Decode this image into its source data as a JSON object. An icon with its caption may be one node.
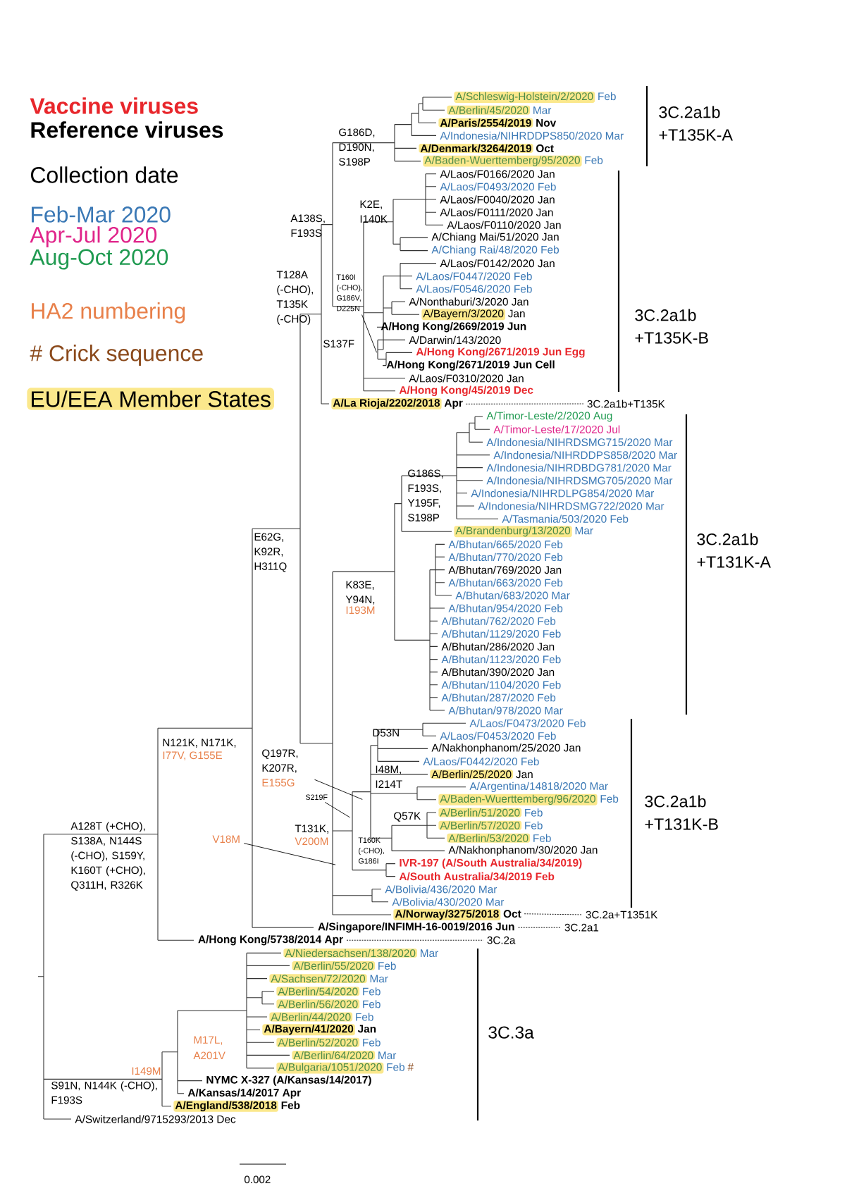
{
  "diagram": {
    "nodes": [
      {
        "text": [
          "EU/EEA Member States"
        ]
      },
      {
        "text": [
          "A/Schleswig-Holstein/2/2020"
        ],
        "beside": [
          "Feb"
        ]
      },
      {
        "text": [
          "A/Berlin/45/2020"
        ],
        "beside": [
          "Mar"
        ]
      },
      {
        "text": [
          "A/Paris/2554/2019"
        ],
        "beside": [
          "Nov"
        ]
      },
      {
        "text": [
          "A/Denmark/3264/2019"
        ],
        "beside": [
          "Oct"
        ]
      },
      {
        "text": [
          "A/Baden-Wuerttemberg/95/2020"
        ],
        "beside": [
          "Feb"
        ]
      },
      {
        "text": [
          "A/Bayern/3/2020"
        ],
        "beside": [
          "Jan"
        ]
      },
      {
        "text": [
          "A/La Rioja/2202/2018"
        ],
        "beside": [
          "Apr"
        ]
      },
      {
        "text": [
          "A/Brandenburg/13/2020"
        ],
        "beside": [
          "Mar"
        ]
      },
      {
        "text": [
          "A/Berlin/25/2020"
        ],
        "beside": [
          "Jan"
        ]
      },
      {
        "text": [
          "A/Baden-Wuerttemberg/96/2020"
        ],
        "beside": [
          "Feb"
        ]
      },
      {
        "text": [
          "A/Berlin/51/2020"
        ],
        "beside": [
          "Feb"
        ]
      },
      {
        "text": [
          "A/Berlin/57/2020"
        ],
        "beside": [
          "Feb"
        ]
      },
      {
        "text": [
          "A/Berlin/53/2020"
        ],
        "beside": [
          "Feb"
        ]
      },
      {
        "text": [
          "A/Norway/3275/2018"
        ],
        "beside": [
          "Oct"
        ]
      },
      {
        "text": [
          "A/Niedersachsen/138/2020"
        ],
        "beside": [
          "Mar"
        ]
      },
      {
        "text": [
          "A/Berlin/55/2020"
        ],
        "beside": [
          "Feb"
        ]
      },
      {
        "text": [
          "A/Sachsen/72/2020"
        ],
        "beside": [
          "Mar"
        ]
      },
      {
        "text": [
          "A/Berlin/54/2020"
        ],
        "beside": [
          "Feb"
        ]
      },
      {
        "text": [
          "A/Berlin/56/2020"
        ],
        "beside": [
          "Feb"
        ]
      },
      {
        "text": [
          "A/Berlin/44/2020"
        ],
        "beside": [
          "Feb"
        ]
      },
      {
        "text": [
          "A/Bayern/41/2020"
        ],
        "beside": [
          "Jan"
        ]
      },
      {
        "text": [
          "A/Berlin/52/2020"
        ],
        "beside": [
          "Feb"
        ]
      },
      {
        "text": [
          "A/Berlin/64/2020"
        ],
        "beside": [
          "Mar"
        ]
      },
      {
        "text": [
          "A/Bulgaria/1051/2020"
        ],
        "beside": [
          "Feb",
          "#"
        ]
      },
      {
        "text": [
          "A/England/538/2018"
        ],
        "beside": [
          "Feb"
        ]
      },
      {
        "text": [
          "T160I (-CHO), G186V, D225N"
        ]
      },
      {
        "text": [
          "Q197R, K207R,",
          "E155G"
        ]
      },
      {
        "text": [
          "S219F"
        ]
      },
      {
        "text": [
          "V18M"
        ]
      },
      {
        "text": [
          "3C.2a1b+T135K"
        ]
      },
      {
        "text": [
          "3C.2a+T1351K"
        ]
      },
      {
        "text": [
          "3C.2a1"
        ]
      },
      {
        "text": [
          "3C.2a"
        ]
      },
      {
        "text": [
          "A/Singapore/INFIMH-16-0019/2016 Jun"
        ]
      },
      {
        "text": [
          "A/Hong Kong/5738/2014 Apr"
        ]
      }
    ],
    "edges": [
      {
        "from": 26,
        "to": null,
        "arrow": "none"
      },
      {
        "from": 27,
        "to": null,
        "arrow": "none"
      },
      {
        "from": 28,
        "to": null,
        "arrow": "none"
      },
      {
        "from": 29,
        "to": null,
        "arrow": "none"
      },
      {
        "from": 7,
        "to": 30,
        "arrow": "none",
        "style": "dashed"
      },
      {
        "from": 14,
        "to": 31,
        "arrow": "none",
        "style": "dashed"
      },
      {
        "from": 34,
        "to": 32,
        "arrow": "none",
        "style": "dashed"
      },
      {
        "from": 35,
        "to": 33,
        "arrow": "none",
        "style": "dashed"
      }
    ],
    "labels": [
      "Vaccine viruses",
      "Reference viruses",
      "Collection date",
      "Feb-Mar 2020",
      "Apr-Jul 2020",
      "Aug-Oct 2020",
      "HA2 numbering",
      "# Crick sequence",
      "A/Indonesia/NIHRDDPS850/2020 Mar",
      "A/Laos/F0166/2020 Jan",
      "A/Laos/F0493/2020 Feb",
      "A/Laos/F0040/2020 Jan",
      "A/Laos/F0111/2020 Jan",
      "A/Laos/F0110/2020 Jan",
      "A/Chiang Mai/51/2020 Jan",
      "A/Chiang Rai/48/2020 Feb",
      "A/Laos/F0142/2020 Jan",
      "A/Laos/F0447/2020 Feb",
      "A/Laos/F0546/2020 Feb",
      "A/Nonthaburi/3/2020 Jan",
      "A/Hong Kong/2669/2019 Jun",
      "A/Darwin/143/2020",
      "A/Hong Kong/2671/2019 Jun Egg",
      "A/Hong Kong/2671/2019 Jun Cell",
      "A/Laos/F0310/2020 Jan",
      "A/Hong Kong/45/2019 Dec",
      "A/Timor-Leste/2/2020 Aug",
      "A/Timor-Leste/17/2020 Jul",
      "A/Indonesia/NIHRDSMG715/2020 Mar",
      "A/Indonesia/NIHRDDPS858/2020 Mar",
      "A/Indonesia/NIHRDBDG781/2020 Mar",
      "A/Indonesia/NIHRDSMG705/2020 Mar",
      "A/Indonesia/NIHRDLPG854/2020 Mar",
      "A/Indonesia/NIHRDSMG722/2020 Mar",
      "A/Tasmania/503/2020 Feb",
      "A/Bhutan/665/2020 Feb",
      "A/Bhutan/770/2020 Feb",
      "A/Bhutan/769/2020 Jan",
      "A/Bhutan/663/2020 Feb",
      "A/Bhutan/683/2020 Mar",
      "A/Bhutan/954/2020 Feb",
      "A/Bhutan/762/2020 Feb",
      "A/Bhutan/1129/2020 Feb",
      "A/Bhutan/286/2020 Jan",
      "A/Bhutan/1123/2020 Feb",
      "A/Bhutan/390/2020 Jan",
      "A/Bhutan/1104/2020 Feb",
      "A/Bhutan/287/2020 Feb",
      "A/Bhutan/978/2020 Mar",
      "A/Laos/F0473/2020 Feb",
      "A/Laos/F0453/2020 Feb",
      "A/Nakhonphanom/25/2020 Jan",
      "A/Laos/F0442/2020 Feb",
      "A/Argentina/14818/2020 Mar",
      "A/Nakhonphanom/30/2020 Jan",
      "IVR-197 (A/South Australia/34/2019)",
      "A/South Australia/34/2019 Feb",
      "A/Bolivia/436/2020 Mar",
      "A/Bolivia/430/2020 Mar",
      "NYMC X-327 (A/Kansas/14/2017)",
      "A/Kansas/14/2017 Apr",
      "A/Switzerland/9715293/2013 Dec",
      "G186D, D190N, S198P",
      "A138S, F193S",
      "K2E, I140K",
      "T128A (-CHO), T135K (-CHO)",
      "S137F",
      "E62G, K92R, H311Q",
      "G186S, F193S, Y195F, S198P",
      "K83E, Y94N,",
      "I193M",
      "D53N",
      "I48M, I214T",
      "Q57K",
      "T160K (-CHO), G186I",
      "N121K, N171K,",
      "I77V, G155E",
      "T131K,",
      "V200M",
      "A128T (+CHO), S138A, N144S (-CHO), S159Y, K160T (+CHO), Q311H, R326K",
      "M17L,",
      "A201V",
      "I149M",
      "S91N, N144K (-CHO), F193S",
      "3C.2a1b +T135K-A",
      "3C.2a1b +T135K-B",
      "3C.2a1b +T131K-A",
      "3C.2a1b +T131K-B",
      "3C.3a",
      "0.002"
    ]
  }
}
